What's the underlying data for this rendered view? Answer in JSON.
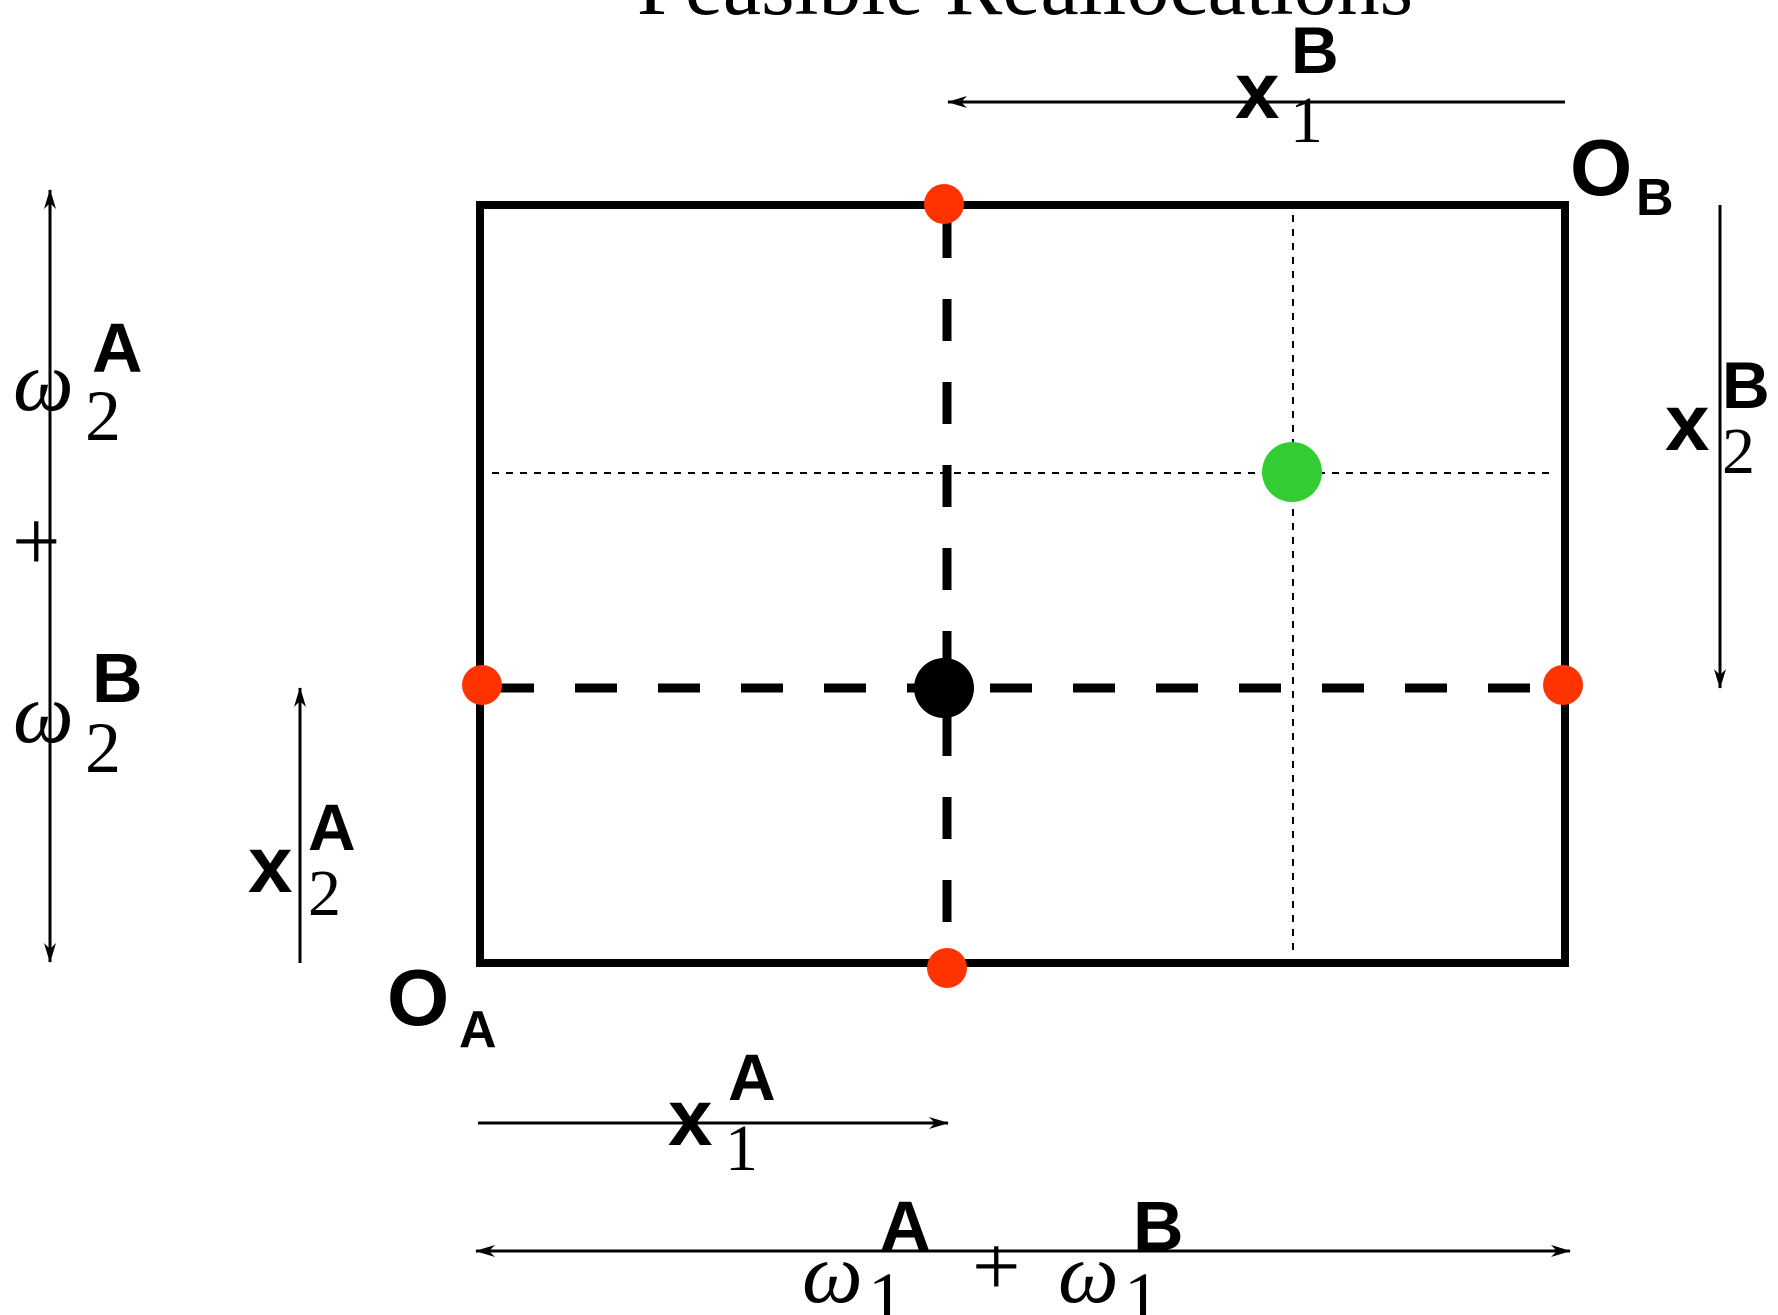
{
  "title": "Feasible Reallocations",
  "origins": {
    "a": {
      "main": "O",
      "sub": "A"
    },
    "b": {
      "main": "O",
      "sub": "B"
    }
  },
  "labels": {
    "x1A": {
      "base": "x",
      "sub": "1",
      "sup": "A"
    },
    "x1B": {
      "base": "x",
      "sub": "1",
      "sup": "B"
    },
    "x2A": {
      "base": "x",
      "sub": "2",
      "sup": "A"
    },
    "x2B": {
      "base": "x",
      "sub": "2",
      "sup": "B"
    },
    "total_good1": {
      "left": {
        "base": "ω",
        "sub": "1",
        "sup": "A"
      },
      "plus": "+",
      "right": {
        "base": "ω",
        "sub": "1",
        "sup": "B"
      }
    },
    "total_good2": {
      "top": {
        "base": "ω",
        "sub": "2",
        "sup": "A"
      },
      "plus": "+",
      "bottom": {
        "base": "ω",
        "sub": "2",
        "sup": "B"
      }
    }
  },
  "colors": {
    "ink": "#000000",
    "boundary_points": "#ff3300",
    "endowment_point": "#000000",
    "reallocation_point": "#33cc33"
  },
  "points": {
    "endowment": "black",
    "reallocation": "green",
    "boundary": [
      "top",
      "left",
      "right",
      "bottom"
    ]
  }
}
